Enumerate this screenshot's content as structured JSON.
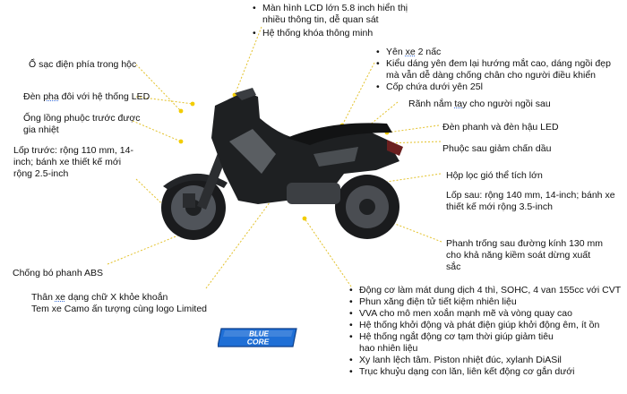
{
  "colors": {
    "leader": "#e3c22b",
    "dot": "#f2cc00",
    "bike_body": "#1e2022",
    "bike_accent": "#5a5e62",
    "badge_blue": "#1f6fd6"
  },
  "labels": {
    "top_lcd_1": "Màn hình LCD lớn 5.8 inch hiển thị",
    "top_lcd_2": "nhiều thông tin, dễ quan sát",
    "top_lock": "Hệ thống khóa thông minh",
    "charge": "Ổ sạc điện phía trong hộc",
    "headlight_pre": "Đèn ",
    "headlight_u": "pha",
    "headlight_post": " đôi với hệ thống LED",
    "fork": "Ống lồng phuộc trước được gia nhiệt",
    "front_tire": "Lốp trước: rộng 110 mm, 14-inch; bánh xe thiết kế mới rộng 2.5-inch",
    "seat_1_pre": "Yên ",
    "seat_1_u": "xe",
    "seat_1_post": " 2 nấc",
    "seat_2": "Kiểu dáng yên đem lại hướng mắt cao, dáng ngồi đẹp mà vẫn dễ dàng chống chân cho người điều khiển",
    "seat_3": "Cốp chứa dưới yên 25l",
    "grab_pre": "Rãnh nắm ",
    "grab_u": "tay",
    "grab_post": " cho người ngồi sau",
    "brake_light": "Đèn phanh và đèn hậu LED",
    "rear_shock": "Phuộc sau giảm chấn dầu",
    "air_filter": "Hộp lọc gió thể tích lớn",
    "rear_tire": "Lốp sau: rộng 140 mm, 14-inch; bánh xe thiết kế mới rộng 3.5-inch",
    "rear_brake": "Phanh trống sau đường kính 130 mm cho khả năng kiềm soát dừng xuất sắc",
    "abs": "Chống bó phanh ABS",
    "frame_1_pre": "Thân ",
    "frame_1_u": "xe",
    "frame_1_post": " dạng chữ X khỏe khoắn",
    "frame_2": "Tem xe Camo ấn tượng cùng logo Limited",
    "engine": [
      "Động cơ làm mát dung dịch 4 thì, SOHC, 4 van 155cc với CVT",
      "Phun xăng điện tử tiết kiệm nhiên liệu",
      "VVA cho mô men xoắn mạnh mẽ và vòng quay cao",
      "Hệ thống khởi động và phát điện giúp khởi động êm, ít ồn",
      "Hệ thống ngắt động cơ tạm thời giúp giảm tiêu hao nhiên liệu",
      "Xy lanh lệch tâm. Piston nhiệt đúc, xylanh DiASil",
      "Trục khuỷu dạng con lăn, liên kết động cơ gắn dưới"
    ]
  },
  "badge": {
    "line1": "BLUE",
    "line2": "CORE"
  }
}
